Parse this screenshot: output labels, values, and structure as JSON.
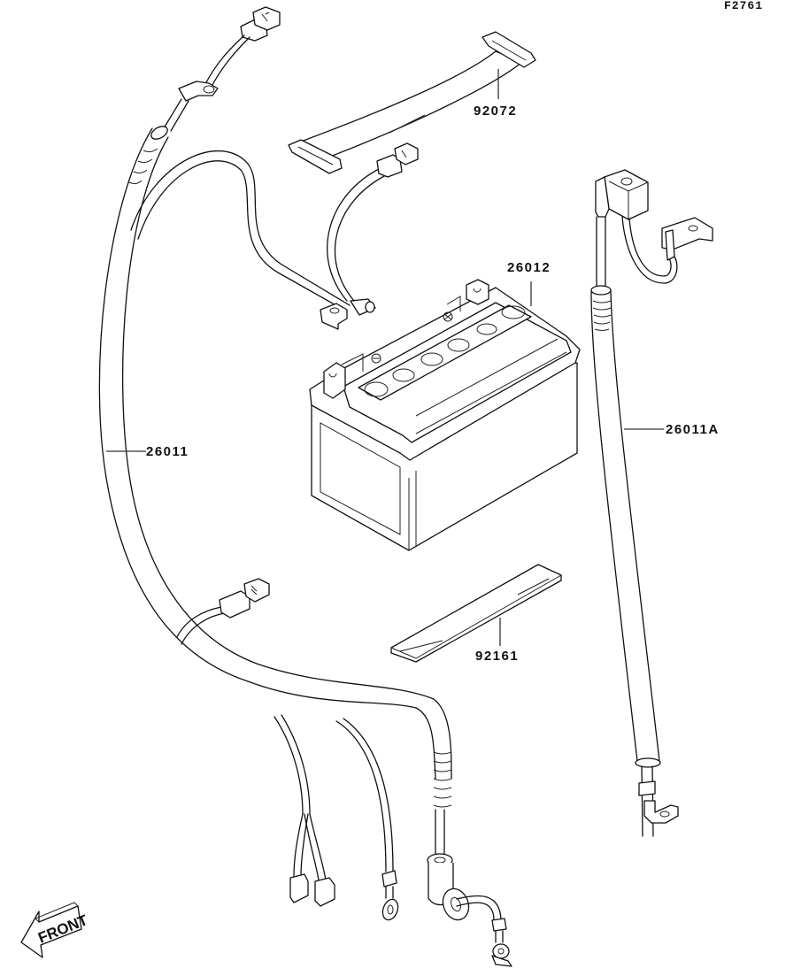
{
  "figure": {
    "id": "F2761",
    "title": "Battery & Cables"
  },
  "parts": [
    {
      "ref": "92072",
      "name": "battery-strap"
    },
    {
      "ref": "26012",
      "name": "battery"
    },
    {
      "ref": "26011A",
      "name": "battery-cable-right"
    },
    {
      "ref": "26011",
      "name": "main-wiring-harness"
    },
    {
      "ref": "92161",
      "name": "battery-pad"
    }
  ],
  "direction_marker": {
    "text": "FRONT",
    "icon": "front-arrow-icon"
  },
  "colors": {
    "line": "#111111",
    "background": "#ffffff"
  }
}
